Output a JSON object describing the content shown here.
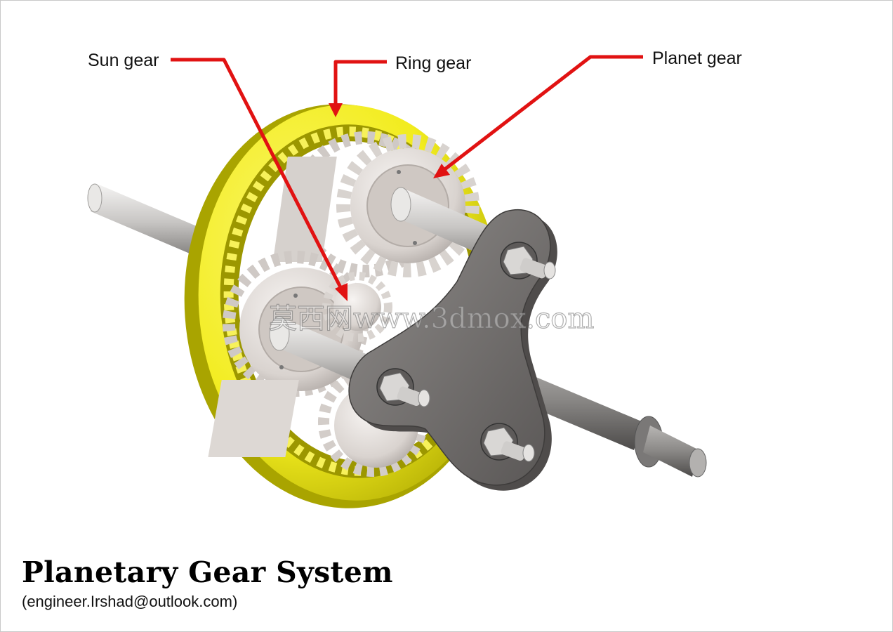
{
  "labels": {
    "sun_gear": "Sun gear",
    "ring_gear": "Ring gear",
    "planet_gear": "Planet gear"
  },
  "title": "Planetary Gear System",
  "subtitle": "(engineer.Irshad@outlook.com)",
  "watermark": "莫西网www.3dmox.com",
  "colors": {
    "ring_gear": "#f2ec1e",
    "ring_gear_shade": "#b9b400",
    "planet_gear": "#e3dedb",
    "carrier": "#6f6c6b",
    "shaft": "#c4c2c0",
    "leader_line": "#e11212"
  }
}
